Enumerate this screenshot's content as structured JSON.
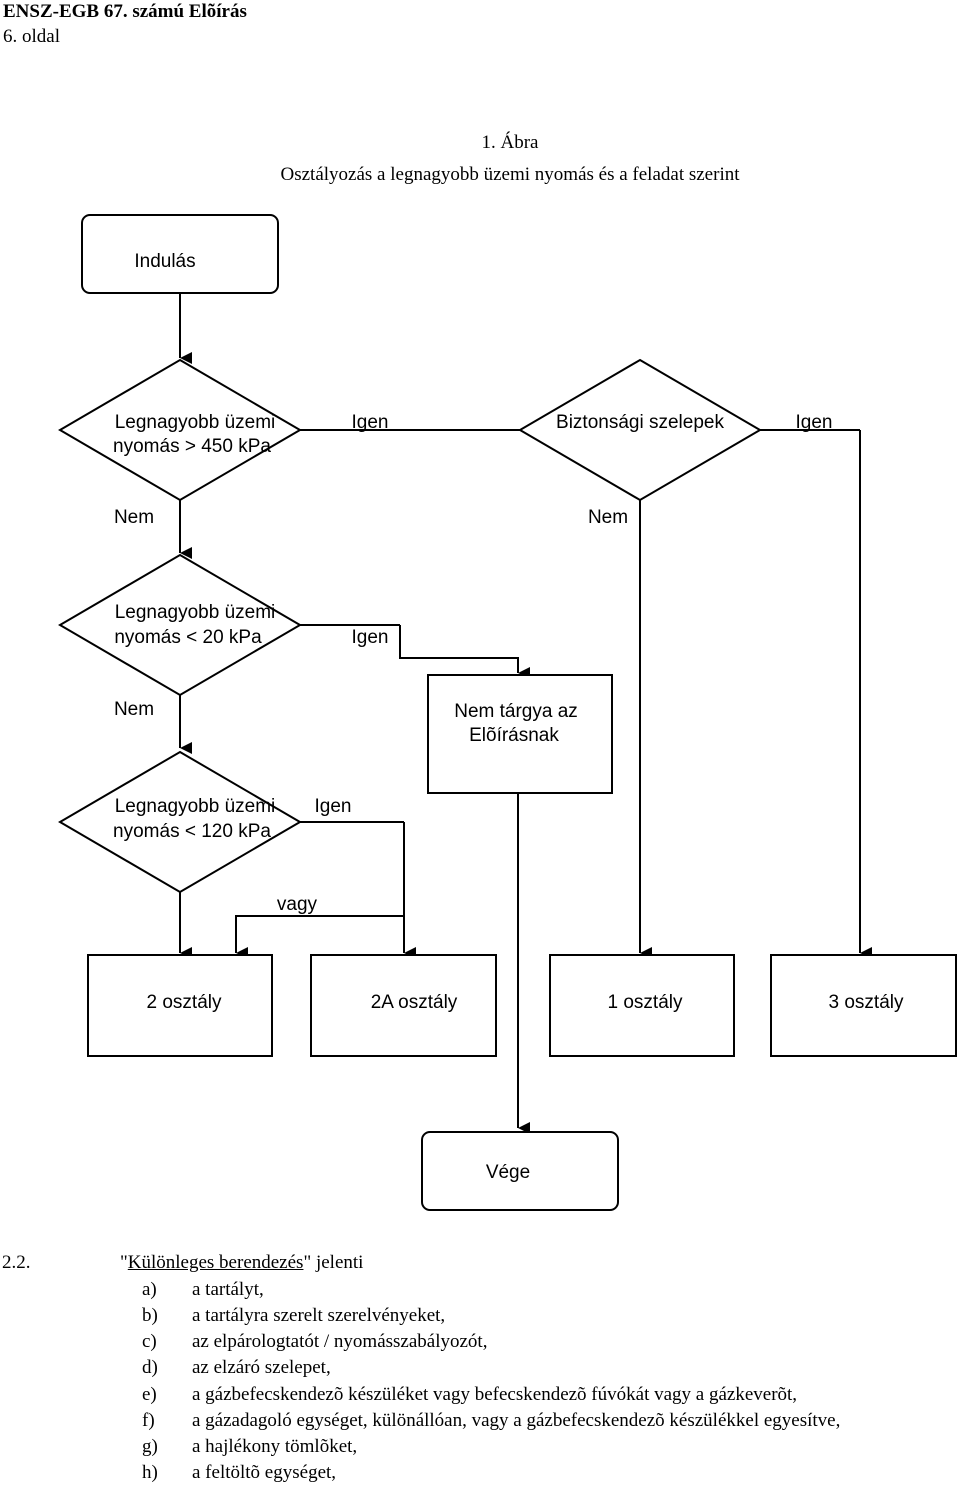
{
  "header": {
    "line1": "ENSZ-EGB 67. számú Elõírás",
    "line2": "6. oldal"
  },
  "figure": {
    "number": "1. Ábra",
    "caption": "Osztályozás a legnagyobb üzemi nyomás és a feladat szerint",
    "start": "Indulás",
    "end": "Vége",
    "decision1": [
      "Legnagyobb üzemi",
      "nyomás > 450 kPa"
    ],
    "decision2": "Biztonsági szelepek",
    "decision3": [
      "Legnagyobb üzemi",
      "nyomás < 20 kPa"
    ],
    "decision4": [
      "Legnagyobb üzemi",
      "nyomás < 120 kPa"
    ],
    "not_subject": [
      "Nem tárgya az",
      "Elõírásnak"
    ],
    "yes": "Igen",
    "no": "Nem",
    "or": "vagy",
    "classes": [
      "2 osztály",
      "2A osztály",
      "1 osztály",
      "3 osztály"
    ]
  },
  "section": {
    "number": "2.2.",
    "quote_open": "\"",
    "term": "Különleges berendezés",
    "rest": "\" jelenti",
    "items": [
      {
        "letter": "a)",
        "text": "a tartályt,"
      },
      {
        "letter": "b)",
        "text": "a tartályra szerelt szerelvényeket,"
      },
      {
        "letter": "c)",
        "text": "az elpárologtatót / nyomásszabályozót,"
      },
      {
        "letter": "d)",
        "text": "az elzáró szelepet,"
      },
      {
        "letter": "e)",
        "text": "a gázbefecskendezõ készüléket vagy befecskendezõ fúvókát vagy a gázkeverõt,"
      },
      {
        "letter": "f)",
        "text": "a gázadagoló egységet, különállóan, vagy a gázbefecskendezõ készülékkel egyesítve,"
      },
      {
        "letter": "g)",
        "text": "a hajlékony tömlõket,"
      },
      {
        "letter": "h)",
        "text": "a feltöltõ egységet,"
      }
    ]
  }
}
